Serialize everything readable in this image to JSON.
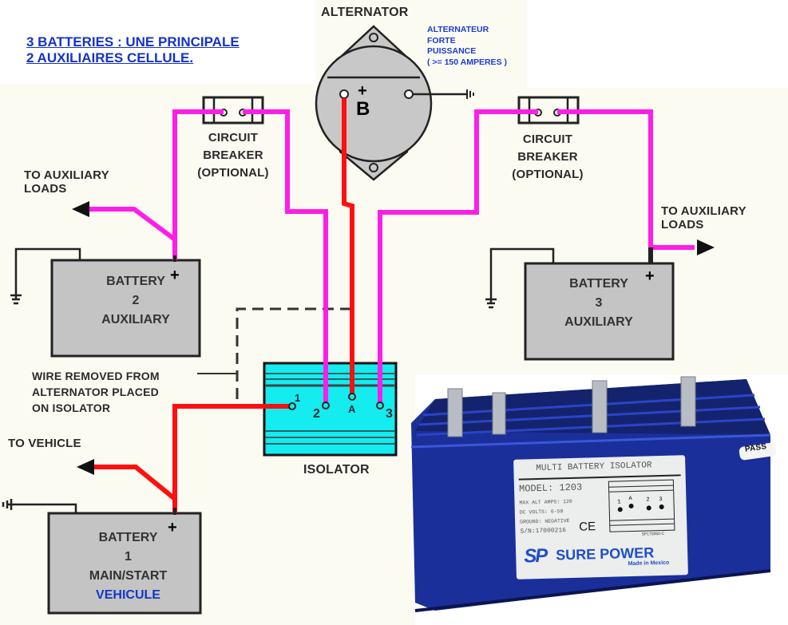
{
  "header": {
    "title_line1": "3 BATTERIES : UNE PRINCIPALE",
    "title_line2": "2 AUXILIAIRES CELLULE."
  },
  "alternator": {
    "label": "ALTERNATOR",
    "terminal_plus": "+",
    "terminal_b": "B",
    "note_lines": [
      "ALTERNATEUR",
      "FORTE",
      "PUISSANCE",
      "( >= 150 AMPERES )"
    ]
  },
  "circuit_breakers": [
    {
      "lines": [
        "CIRCUIT",
        "BREAKER",
        "(OPTIONAL)"
      ]
    },
    {
      "lines": [
        "CIRCUIT",
        "BREAKER",
        "(OPTIONAL)"
      ]
    }
  ],
  "loads": {
    "left": [
      "TO AUXILIARY",
      "LOADS"
    ],
    "right": [
      "TO AUXILIARY",
      "LOADS"
    ],
    "vehicle": "TO VEHICLE"
  },
  "batteries": [
    {
      "lines": [
        "BATTERY",
        "2",
        "AUXILIARY"
      ],
      "plus": "+"
    },
    {
      "lines": [
        "BATTERY",
        "3",
        "AUXILIARY"
      ],
      "plus": "+"
    },
    {
      "lines": [
        "BATTERY",
        "1",
        "MAIN/START"
      ],
      "extra": "VEHICULE",
      "plus": "+"
    }
  ],
  "wire_note": [
    "WIRE REMOVED FROM",
    "ALTERNATOR PLACED",
    "ON ISOLATOR"
  ],
  "isolator": {
    "label": "ISOLATOR",
    "terminals": [
      "1",
      "2",
      "A",
      "3"
    ]
  },
  "product": {
    "badge": "PASS",
    "label_title": "MULTI BATTERY ISOLATOR",
    "model": "MODEL: 1203",
    "max_alt_amps": "MAX ALT AMPS: 120",
    "dc_volts": "DC VOLTS: 6-50",
    "ground": "GROUND: NEGATIVE",
    "serial": "S/N:17000216",
    "ce_mark": "CE",
    "diagram_terminals": [
      "1",
      "A",
      "2",
      "3"
    ],
    "part_code": "SP170050-C",
    "brand_logo": "SP",
    "brand_name": "SURE POWER",
    "made_in": "Made in Mexico"
  },
  "colors": {
    "aux_wire": "#ff1ee6",
    "main_wire": "#ff1010",
    "isolator_fill": "#14ecf0",
    "battery_fill": "#c4c4c4",
    "product_blue": "#1a2f9a",
    "title_blue": "#1433c8"
  }
}
